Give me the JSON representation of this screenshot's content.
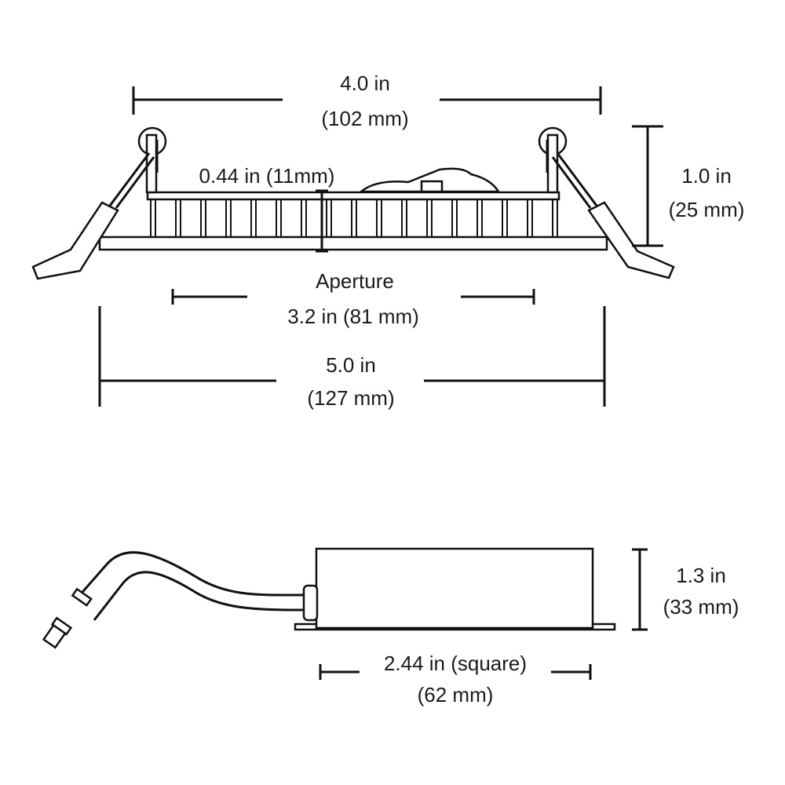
{
  "fixture": {
    "width_in": "4.0 in",
    "width_mm": "(102 mm)",
    "depth": "0.44 in (11mm)",
    "height_in": "1.0 in",
    "height_mm": "(25 mm)",
    "aperture_label": "Aperture",
    "aperture_value": "3.2 in (81 mm)",
    "trim_in": "5.0 in",
    "trim_mm": "(127 mm)"
  },
  "driver": {
    "height_in": "1.3 in",
    "height_mm": "(33 mm)",
    "width_in": "2.44 in (square)",
    "width_mm": "(62 mm)"
  },
  "colors": {
    "line": "#111111",
    "background": "#ffffff"
  }
}
